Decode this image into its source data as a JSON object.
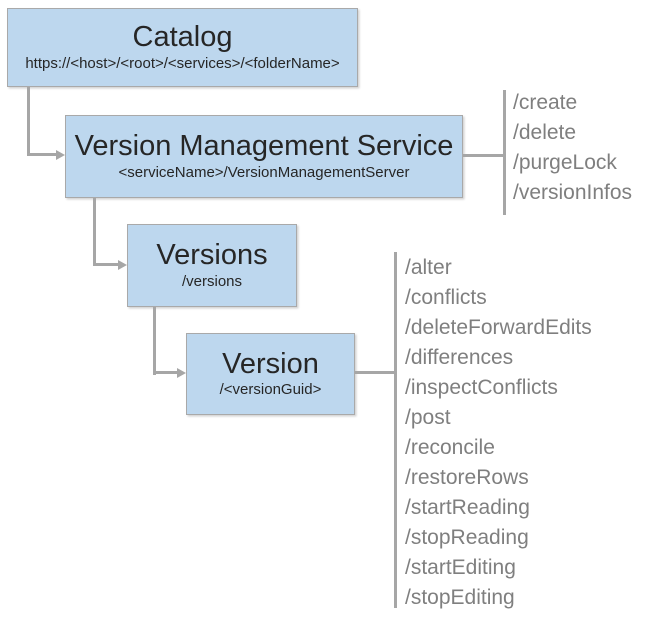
{
  "nodes": {
    "catalog": {
      "title": "Catalog",
      "subtitle": "https://<host>/<root>/<services>/<folderName>"
    },
    "service": {
      "title": "Version Management Service",
      "subtitle": "<serviceName>/VersionManagementServer"
    },
    "versions": {
      "title": "Versions",
      "subtitle": "/versions"
    },
    "version": {
      "title": "Version",
      "subtitle": "/<versionGuid>"
    }
  },
  "service_operations": [
    "/create",
    "/delete",
    "/purgeLock",
    "/versionInfos"
  ],
  "version_operations": [
    "/alter",
    "/conflicts",
    "/deleteForwardEdits",
    "/differences",
    "/inspectConflicts",
    "/post",
    "/reconcile",
    "/restoreRows",
    "/startReading",
    "/stopReading",
    "/startEditing",
    "/stopEditing"
  ],
  "edges": [
    {
      "from": "catalog",
      "to": "service"
    },
    {
      "from": "service",
      "to": "versions"
    },
    {
      "from": "versions",
      "to": "version"
    },
    {
      "from": "service",
      "to": "service_operations"
    },
    {
      "from": "version",
      "to": "version_operations"
    }
  ],
  "colors": {
    "node_fill": "#bdd7ee",
    "node_border": "#a9a9a9",
    "title_text": "#262626",
    "operation_text": "#7f7f7f",
    "connector": "#a6a6a6"
  }
}
